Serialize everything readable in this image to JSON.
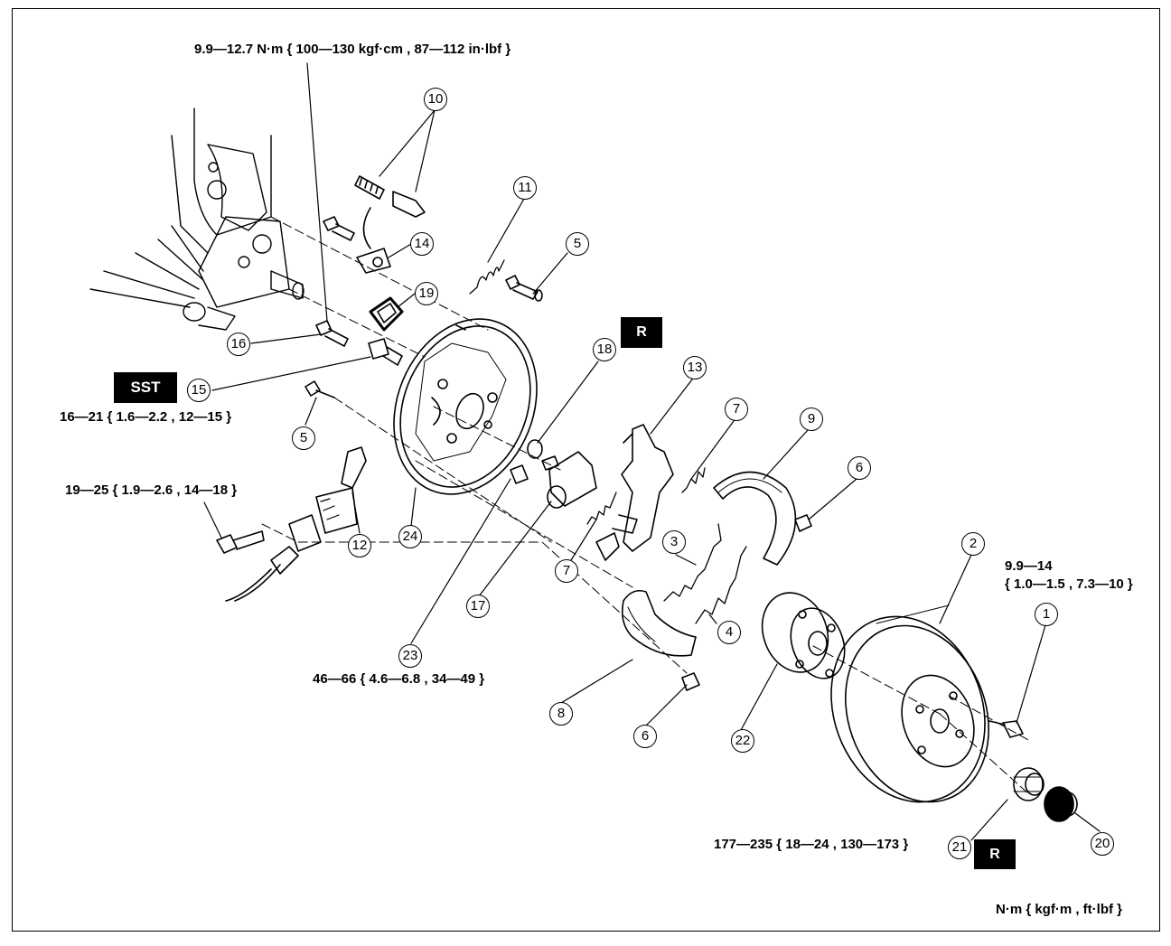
{
  "torque_specs": {
    "t_top": "9.9—12.7 N·m { 100—130 kgf·cm , 87—112 in·lbf }",
    "t_sst": "16—21 { 1.6—2.2 , 12—15 }",
    "t_cable": "19—25 { 1.9—2.6 , 14—18 }",
    "t_23": "46—66 { 4.6—6.8 , 34—49 }",
    "t_1_a": "9.9—14",
    "t_1_b": "{ 1.0—1.5 , 7.3—10 }",
    "t_21": "177—235 { 18—24 , 130—173 }"
  },
  "units_note": "N·m { kgf·m , ft·lbf }",
  "badges": {
    "sst": "SST",
    "replace_1": "R",
    "replace_2": "R"
  },
  "callouts": {
    "c1": "1",
    "c2": "2",
    "c3": "3",
    "c4": "4",
    "c5a": "5",
    "c5b": "5",
    "c6a": "6",
    "c6b": "6",
    "c7a": "7",
    "c7b": "7",
    "c8": "8",
    "c9": "9",
    "c10": "10",
    "c11": "11",
    "c12": "12",
    "c13": "13",
    "c14": "14",
    "c15": "15",
    "c16": "16",
    "c17": "17",
    "c18": "18",
    "c19": "19",
    "c20": "20",
    "c21": "21",
    "c22": "22",
    "c23": "23",
    "c24": "24"
  },
  "colors": {
    "ink": "#000000",
    "paper": "#ffffff"
  }
}
